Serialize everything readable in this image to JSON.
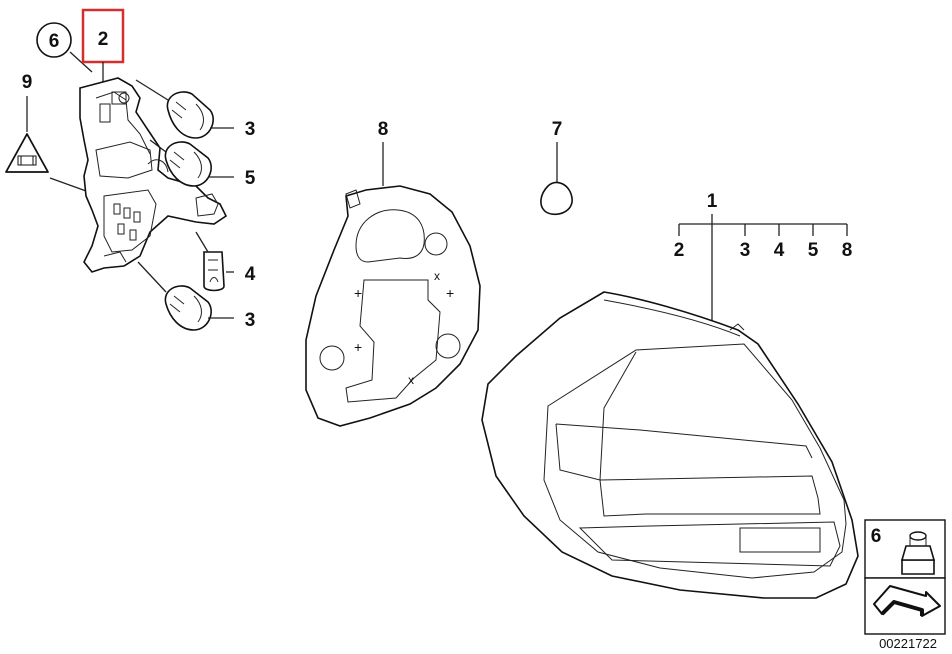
{
  "callouts": {
    "c6_circle": "6",
    "c2_box": "2",
    "c9": "9",
    "c3a": "3",
    "c5": "5",
    "c4": "4",
    "c3b": "3",
    "c8": "8",
    "c7": "7",
    "c1": "1",
    "sub2": "2",
    "sub3": "3",
    "sub4": "4",
    "sub5": "5",
    "sub8": "8",
    "inset6": "6"
  },
  "warning_symbol_text": "⚠",
  "diagram_number": "00221722",
  "colors": {
    "highlight_box": "#d32f2f",
    "stroke": "#111111"
  }
}
